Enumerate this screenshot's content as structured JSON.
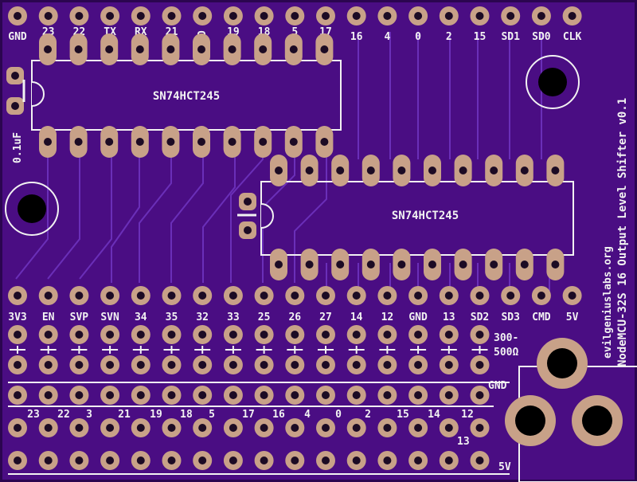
{
  "colors": {
    "board": "#4a0d83",
    "board_edge": "#3a0868",
    "trace": "#6a2fb8",
    "pad": "#c8a188",
    "pad_hole": "#1c0b24",
    "silk": "#f2f2f2"
  },
  "top_header": [
    "GND",
    "23",
    "22",
    "TX",
    "RX",
    "21",
    "GND",
    "19",
    "18",
    "5",
    "17",
    "16",
    "4",
    "0",
    "2",
    "15",
    "SD1",
    "SD0",
    "CLK"
  ],
  "chips": {
    "chip1": "SN74HCT245",
    "chip2": "SN74HCT245"
  },
  "cap_label": "0.1uF",
  "side_title": "NodeMCU-32S 16 Output Level Shifter v0.1",
  "website": "evilgeniuslabs.org",
  "mid_header": [
    "3V3",
    "EN",
    "SVP",
    "SVN",
    "34",
    "35",
    "32",
    "33",
    "25",
    "26",
    "27",
    "14",
    "12",
    "GND",
    "13",
    "SD2",
    "SD3",
    "CMD",
    "5V"
  ],
  "resistor_label": [
    "300-",
    "500Ω"
  ],
  "gnd_label": "GND",
  "vcc_label": "5V",
  "output_labels": [
    "23",
    "22",
    "3",
    "21",
    "19",
    "18",
    "5",
    "17",
    "16",
    "4",
    "0",
    "2",
    "15",
    "14",
    "12"
  ],
  "output_13": "13"
}
